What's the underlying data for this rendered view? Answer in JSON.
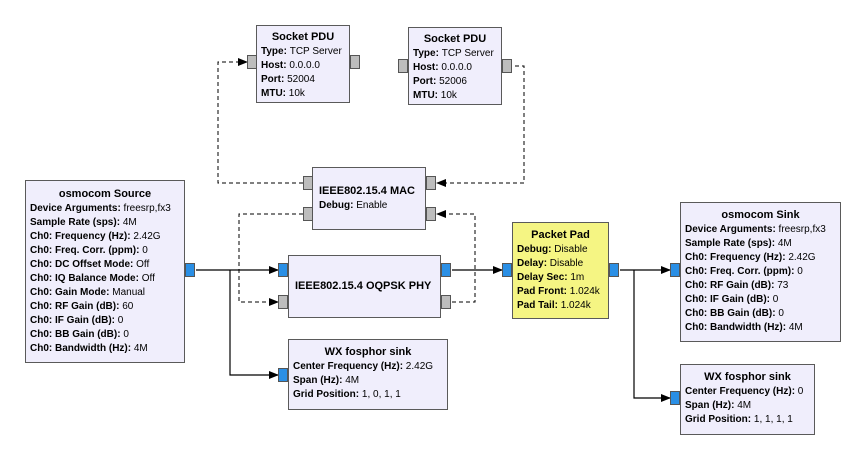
{
  "colors": {
    "block_bg": "#f0eefc",
    "packet_pad_bg": "#f5f583",
    "stream_port": "#2a8fe5",
    "message_port": "#bdbdbd"
  },
  "blocks": {
    "socket_pdu_1": {
      "title": "Socket PDU",
      "params": [
        {
          "key": "Type",
          "value": "TCP Server"
        },
        {
          "key": "Host",
          "value": "0.0.0.0"
        },
        {
          "key": "Port",
          "value": "52004"
        },
        {
          "key": "MTU",
          "value": "10k"
        }
      ]
    },
    "socket_pdu_2": {
      "title": "Socket PDU",
      "params": [
        {
          "key": "Type",
          "value": "TCP Server"
        },
        {
          "key": "Host",
          "value": "0.0.0.0"
        },
        {
          "key": "Port",
          "value": "52006"
        },
        {
          "key": "MTU",
          "value": "10k"
        }
      ]
    },
    "mac": {
      "title": "IEEE802.15.4 MAC",
      "params": [
        {
          "key": "Debug",
          "value": "Enable"
        }
      ]
    },
    "phy": {
      "title": "IEEE802.15.4 OQPSK PHY",
      "params": []
    },
    "osmocom_source": {
      "title": "osmocom Source",
      "params": [
        {
          "key": "Device Arguments",
          "value": "freesrp,fx3"
        },
        {
          "key": "Sample Rate (sps)",
          "value": "4M"
        },
        {
          "key": "Ch0: Frequency (Hz)",
          "value": "2.42G"
        },
        {
          "key": "Ch0: Freq. Corr. (ppm)",
          "value": "0"
        },
        {
          "key": "Ch0: DC Offset Mode",
          "value": "Off"
        },
        {
          "key": "Ch0: IQ Balance Mode",
          "value": "Off"
        },
        {
          "key": "Ch0: Gain Mode",
          "value": "Manual"
        },
        {
          "key": "Ch0: RF Gain (dB)",
          "value": "60"
        },
        {
          "key": "Ch0: IF Gain (dB)",
          "value": "0"
        },
        {
          "key": "Ch0: BB Gain (dB)",
          "value": "0"
        },
        {
          "key": "Ch0: Bandwidth (Hz)",
          "value": "4M"
        }
      ]
    },
    "packet_pad": {
      "title": "Packet Pad",
      "params": [
        {
          "key": "Debug",
          "value": "Disable"
        },
        {
          "key": "Delay",
          "value": "Disable"
        },
        {
          "key": "Delay Sec",
          "value": "1m"
        },
        {
          "key": "Pad Front",
          "value": "1.024k"
        },
        {
          "key": "Pad Tail",
          "value": "1.024k"
        }
      ]
    },
    "osmocom_sink": {
      "title": "osmocom Sink",
      "params": [
        {
          "key": "Device Arguments",
          "value": "freesrp,fx3"
        },
        {
          "key": "Sample Rate (sps)",
          "value": "4M"
        },
        {
          "key": "Ch0: Frequency (Hz)",
          "value": "2.42G"
        },
        {
          "key": "Ch0: Freq. Corr. (ppm)",
          "value": "0"
        },
        {
          "key": "Ch0: RF Gain (dB)",
          "value": "73"
        },
        {
          "key": "Ch0: IF Gain (dB)",
          "value": "0"
        },
        {
          "key": "Ch0: BB Gain (dB)",
          "value": "0"
        },
        {
          "key": "Ch0: Bandwidth (Hz)",
          "value": "4M"
        }
      ]
    },
    "fosphor_1": {
      "title": "WX fosphor sink",
      "params": [
        {
          "key": "Center Frequency (Hz)",
          "value": "2.42G"
        },
        {
          "key": "Span (Hz)",
          "value": "4M"
        },
        {
          "key": "Grid Position",
          "value": "1, 0, 1, 1"
        }
      ]
    },
    "fosphor_2": {
      "title": "WX fosphor sink",
      "params": [
        {
          "key": "Center Frequency (Hz)",
          "value": "0"
        },
        {
          "key": "Span (Hz)",
          "value": "4M"
        },
        {
          "key": "Grid Position",
          "value": "1, 1, 1, 1"
        }
      ]
    }
  },
  "connections": [
    {
      "from": "osmocom_source.out",
      "to": "phy.in_stream",
      "type": "stream"
    },
    {
      "from": "osmocom_source.out",
      "to": "fosphor_1.in",
      "type": "stream"
    },
    {
      "from": "phy.out_stream",
      "to": "packet_pad.in",
      "type": "stream"
    },
    {
      "from": "packet_pad.out",
      "to": "osmocom_sink.in",
      "type": "stream"
    },
    {
      "from": "packet_pad.out",
      "to": "fosphor_2.in",
      "type": "stream"
    },
    {
      "from": "mac.out_pdu",
      "to": "socket_pdu_1.in",
      "type": "message"
    },
    {
      "from": "socket_pdu_2.out",
      "to": "mac.app_in",
      "type": "message"
    },
    {
      "from": "mac.pdu_out",
      "to": "phy.txin",
      "type": "message"
    },
    {
      "from": "phy.rxout",
      "to": "mac.pdu_in",
      "type": "message"
    }
  ]
}
